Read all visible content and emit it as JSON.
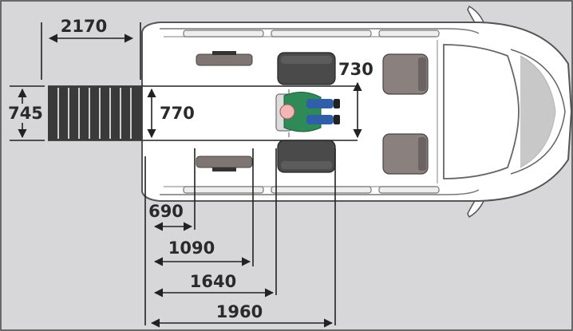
{
  "diagram": {
    "dimensions": {
      "ramp_length": "2170",
      "ramp_width": "745",
      "door_width": "770",
      "floor_width": "730",
      "seat1_dist": "690",
      "seat2_dist": "1090",
      "seat3_dist": "1640",
      "seat4_dist": "1960"
    },
    "colors": {
      "background": "#d7d7d9",
      "van_body": "#ffffff",
      "outline": "#555555",
      "ramp": "#3a3a3a",
      "seat": "#7f7674",
      "dark_seat": "#4a4a4a",
      "wheelchair_user": "#2e8b57",
      "user_trousers": "#2f5fa8"
    }
  }
}
